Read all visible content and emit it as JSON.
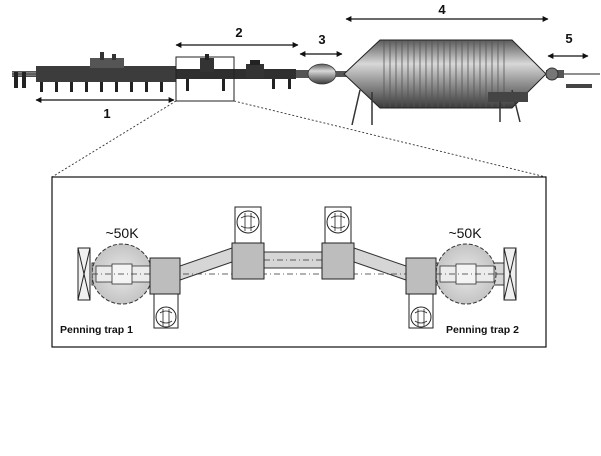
{
  "segments": [
    {
      "label": "1"
    },
    {
      "label": "2"
    },
    {
      "label": "3"
    },
    {
      "label": "4"
    },
    {
      "label": "5"
    }
  ],
  "inset": {
    "temp_left": "~50K",
    "temp_right": "~50K",
    "trap_left": "Penning trap 1",
    "trap_right": "Penning trap 2"
  }
}
